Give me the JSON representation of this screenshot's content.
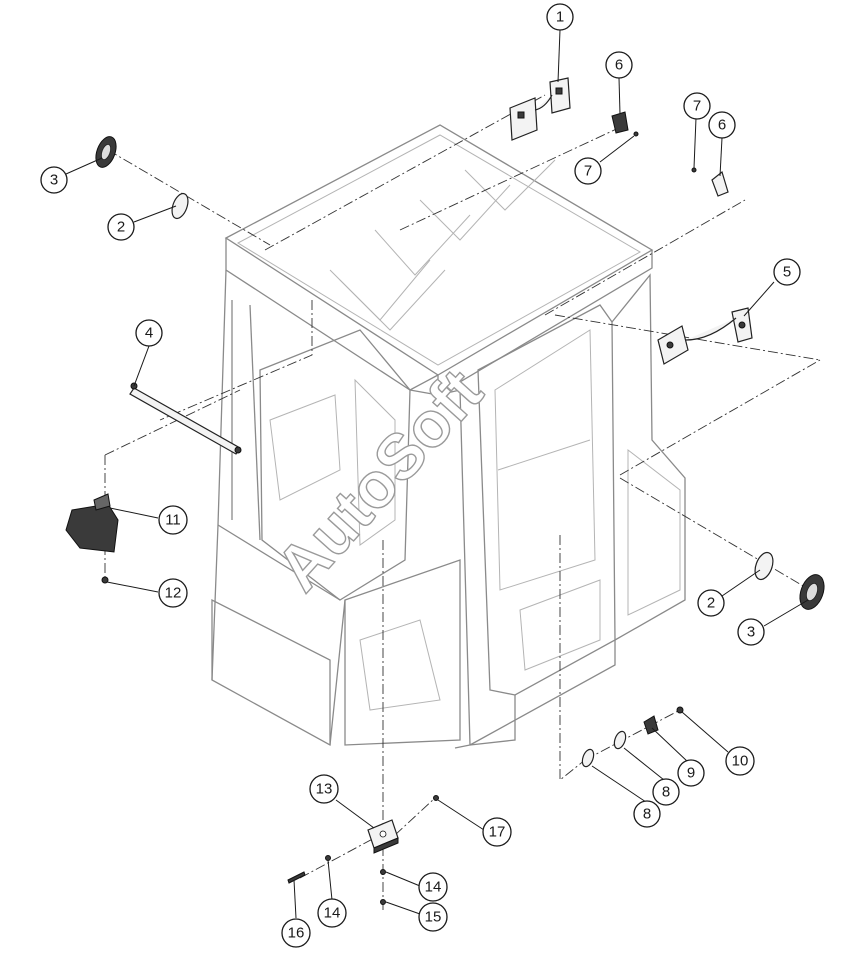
{
  "watermark": "AutoSoft",
  "callouts": [
    {
      "label": "1"
    },
    {
      "label": "2"
    },
    {
      "label": "2"
    },
    {
      "label": "3"
    },
    {
      "label": "3"
    },
    {
      "label": "4"
    },
    {
      "label": "5"
    },
    {
      "label": "6"
    },
    {
      "label": "6"
    },
    {
      "label": "7"
    },
    {
      "label": "7"
    },
    {
      "label": "8"
    },
    {
      "label": "8"
    },
    {
      "label": "9"
    },
    {
      "label": "10"
    },
    {
      "label": "11"
    },
    {
      "label": "12"
    },
    {
      "label": "13"
    },
    {
      "label": "14"
    },
    {
      "label": "14"
    },
    {
      "label": "15"
    },
    {
      "label": "16"
    },
    {
      "label": "17"
    }
  ],
  "colors": {
    "line": "#1a1a1a",
    "cab": "#8a8a8a",
    "background": "#ffffff"
  }
}
